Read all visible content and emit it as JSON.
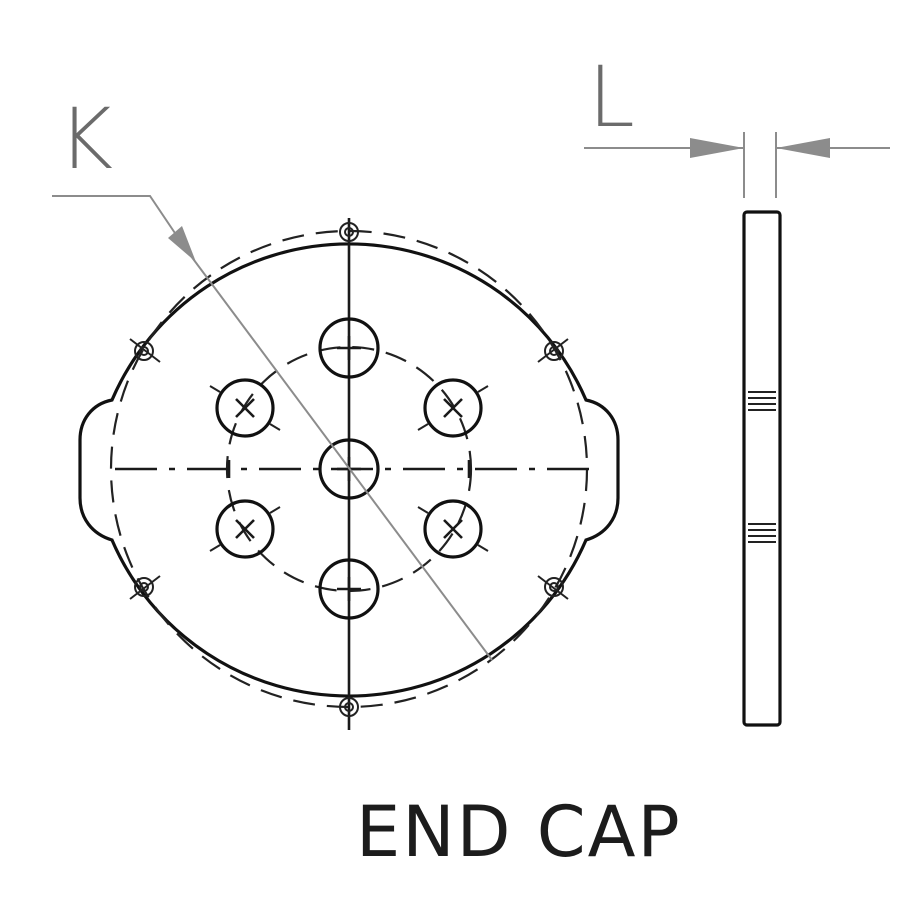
{
  "labels": {
    "diameter": "K",
    "thickness": "L",
    "title": "END CAP"
  },
  "colors": {
    "line": "#111111",
    "dimension": "#8c8c8c",
    "text": "#1c1c1c"
  }
}
